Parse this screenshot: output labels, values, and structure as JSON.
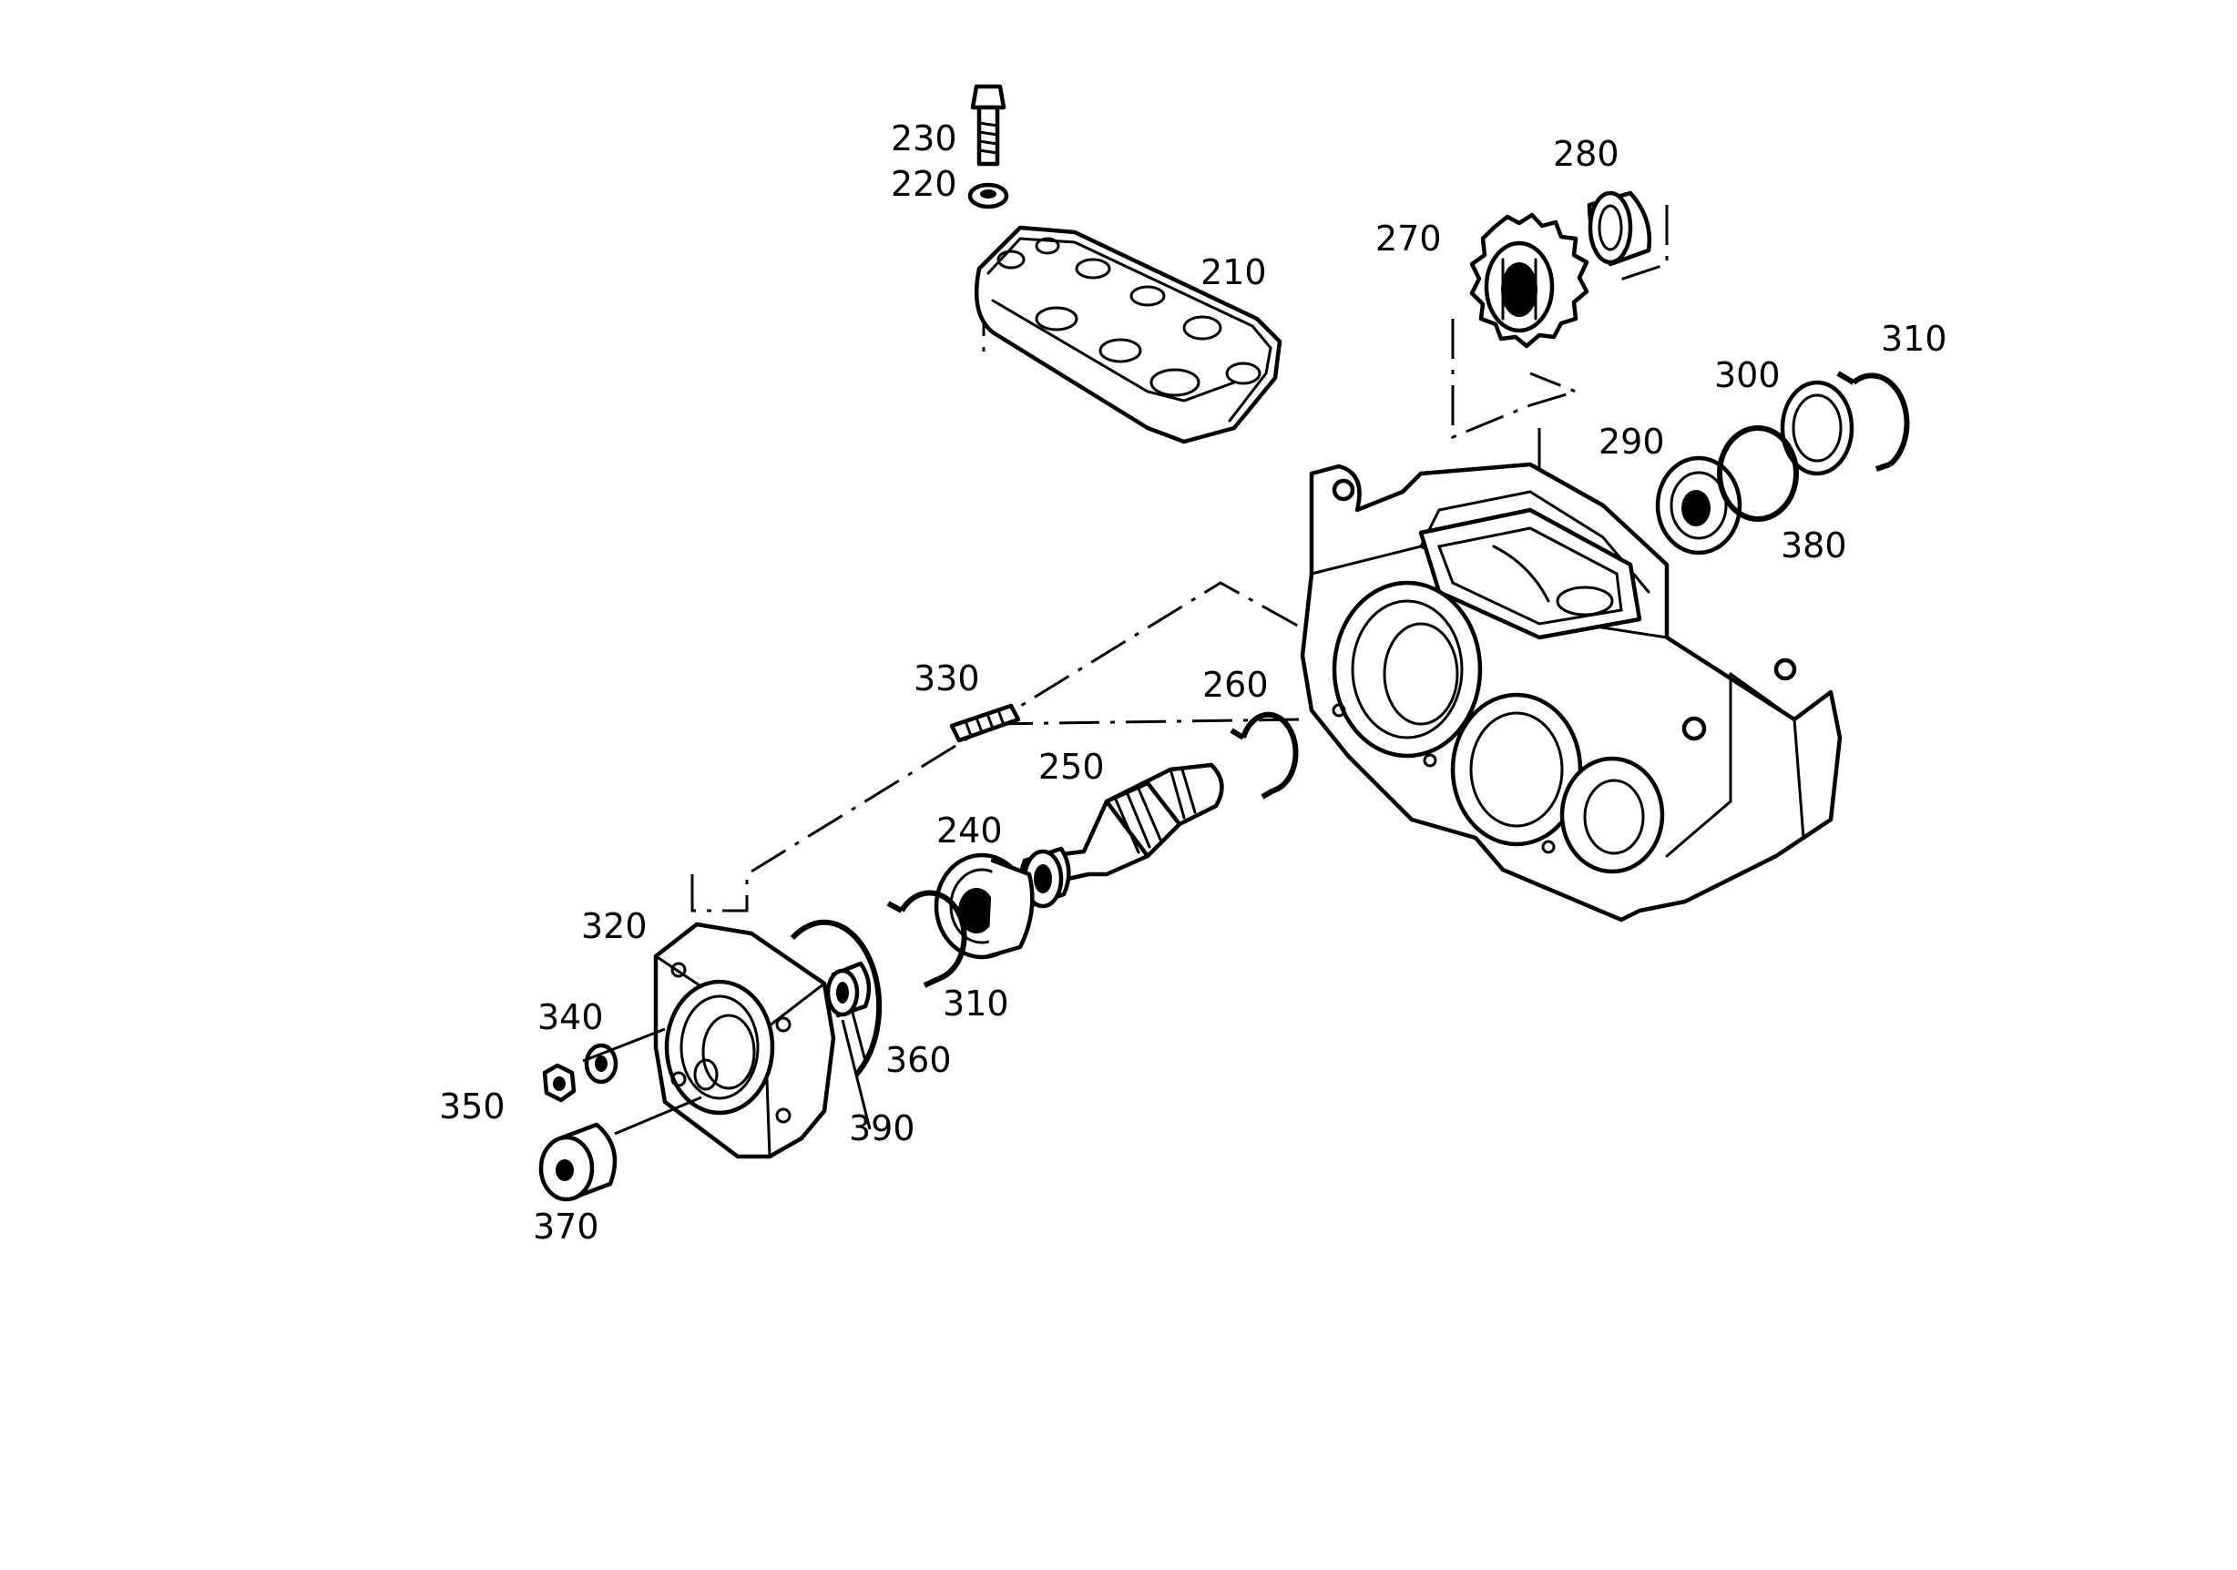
{
  "callouts": {
    "p210": "210",
    "p220": "220",
    "p230": "230",
    "p240": "240",
    "p250": "250",
    "p260": "260",
    "p270": "270",
    "p280": "280",
    "p290": "290",
    "p300": "300",
    "p310_top": "310",
    "p310_bottom": "310",
    "p320": "320",
    "p330": "330",
    "p340": "340",
    "p350": "350",
    "p360": "360",
    "p370": "370",
    "p380": "380",
    "p390": "390"
  },
  "colors": {
    "line": "#000000",
    "paper": "#ffffff"
  }
}
